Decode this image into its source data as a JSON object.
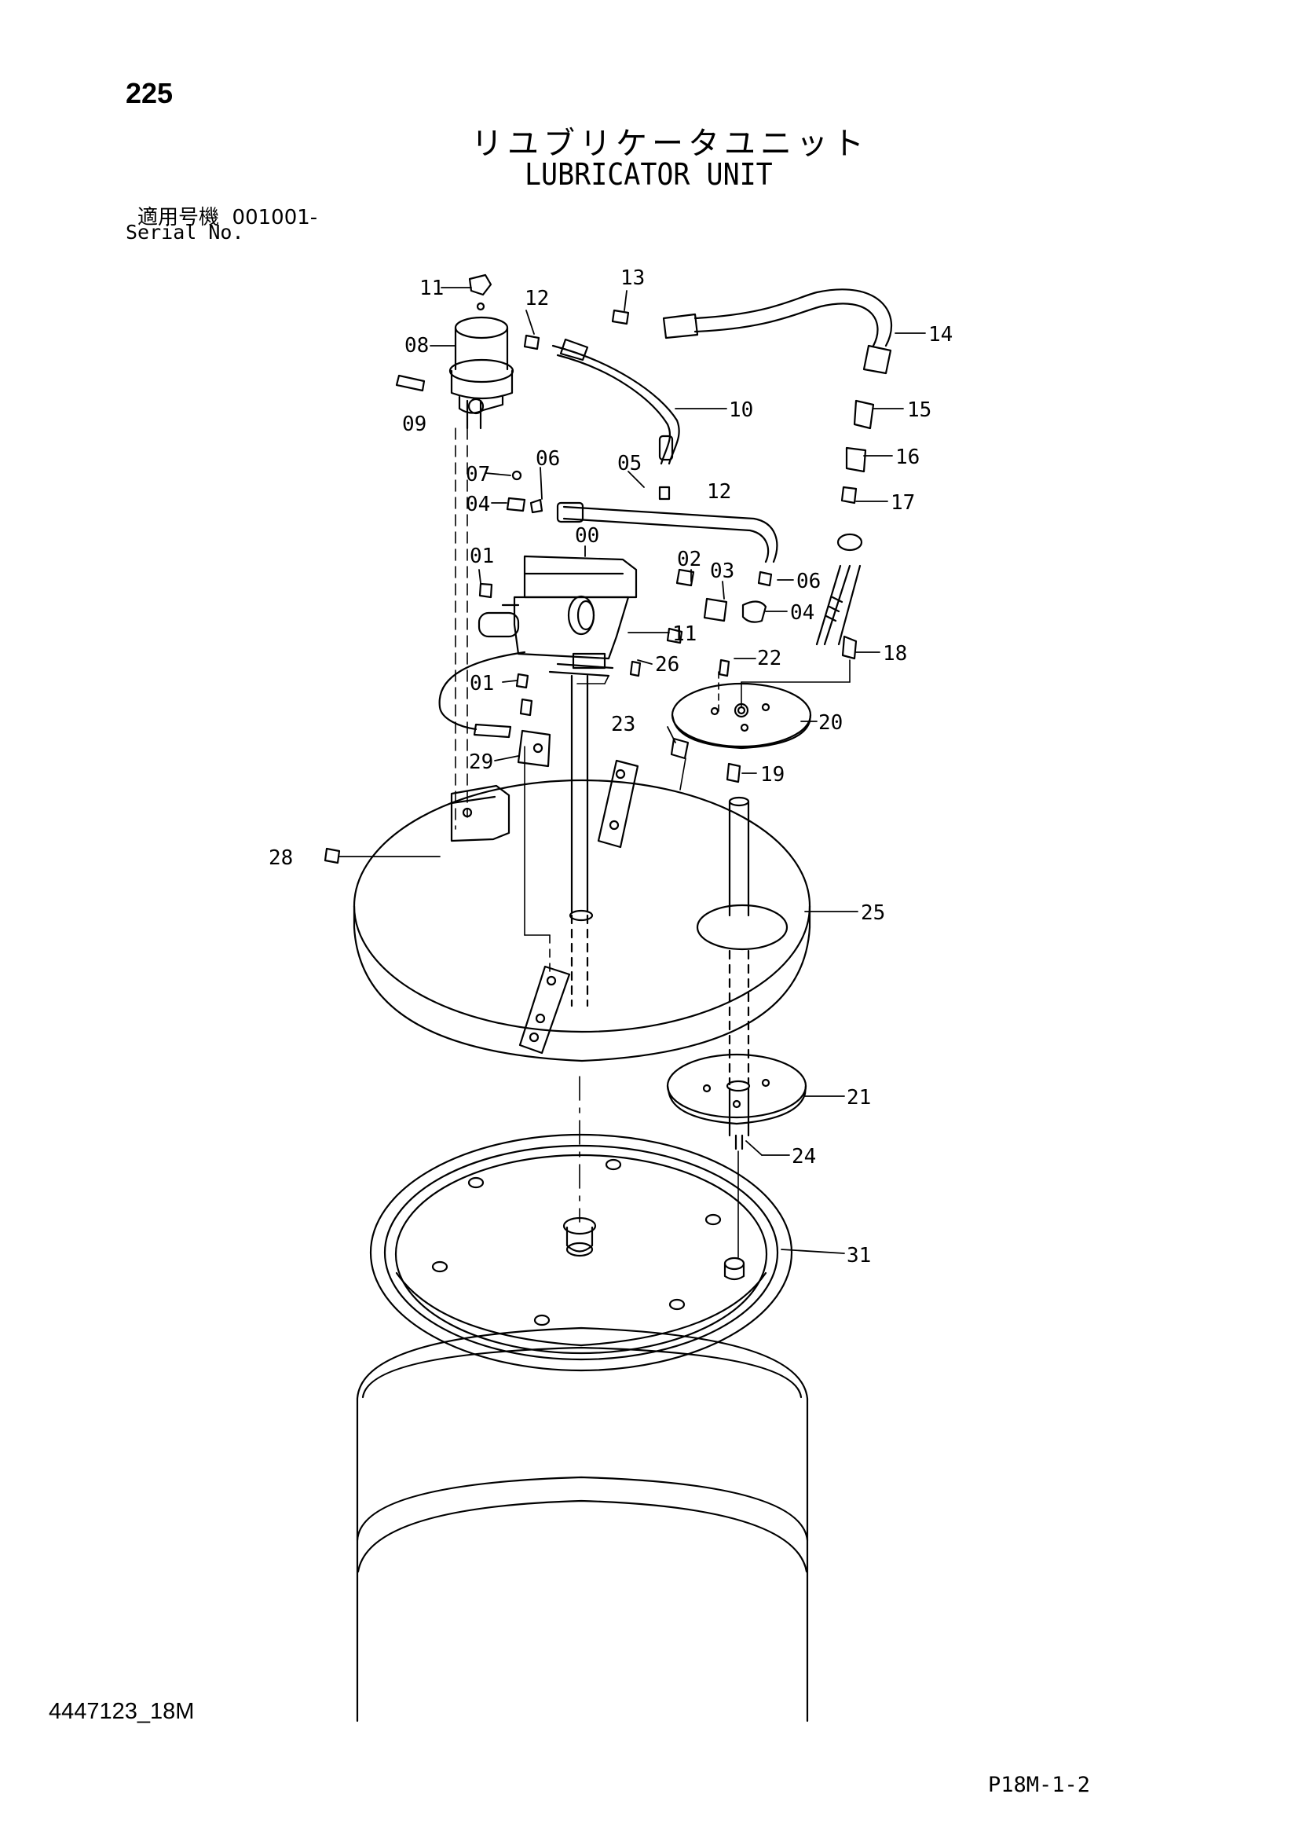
{
  "header": {
    "page_number": "225",
    "title_jp": "リユブリケータユニット",
    "title_en": "LUBRICATOR UNIT",
    "serial_label_jp": "適用号機",
    "serial_value": "001001-",
    "serial_label_en": "Serial No."
  },
  "footer": {
    "drawing_number": "4447123_18M",
    "page_code": "P18M-1-2"
  },
  "callouts": [
    "11",
    "12",
    "13",
    "14",
    "08",
    "09",
    "10",
    "15",
    "07",
    "06",
    "05",
    "12",
    "04",
    "16",
    "17",
    "01",
    "00",
    "02",
    "03",
    "06",
    "04",
    "11",
    "26",
    "22",
    "18",
    "01",
    "23",
    "20",
    "29",
    "19",
    "28",
    "25",
    "21",
    "24",
    "31"
  ]
}
